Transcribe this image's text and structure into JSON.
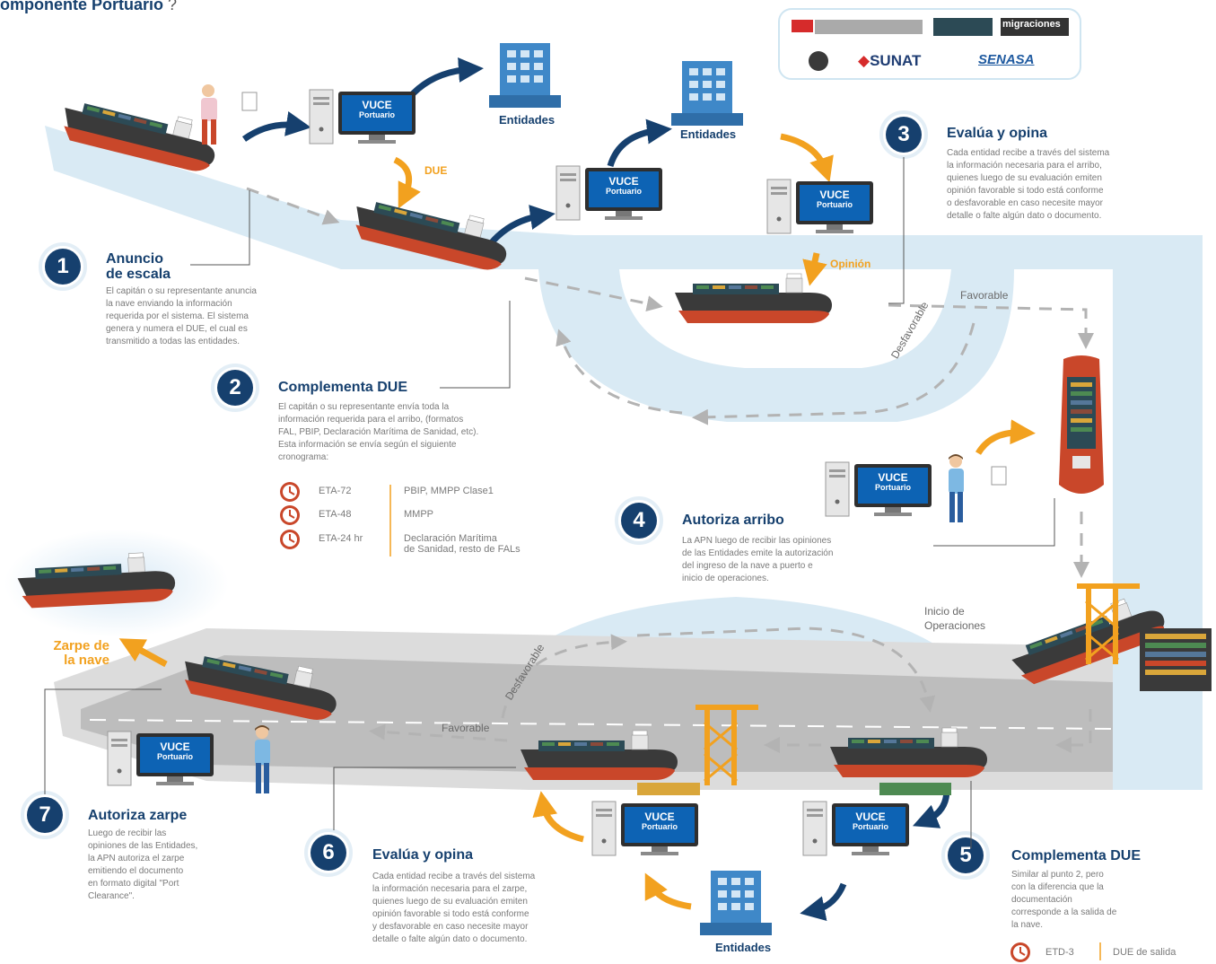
{
  "title": {
    "main": "omponente Portuario",
    "tail": " ?"
  },
  "logos": {
    "sunat": "SUNAT",
    "senasa": "SENASA",
    "migraciones": "migraciones"
  },
  "vuce": {
    "line1": "VUCE",
    "line2": "Portuario"
  },
  "entities_label": "Entidades",
  "flow": {
    "due": "DUE",
    "opinion": "Opinión",
    "favorable": "Favorable",
    "desfavorable": "Desfavorable",
    "inicio_1": "Inicio de",
    "inicio_2": "Operaciones",
    "zarpe_1": "Zarpe de",
    "zarpe_2": "la nave"
  },
  "steps": [
    {
      "num": "1",
      "title_1": "Anuncio",
      "title_2": "de escala",
      "lines": [
        "El capitán o su representante anuncia",
        "la nave enviando la información",
        "requerida por el sistema. El sistema",
        "genera y numera el DUE, el cual es",
        "transmitido a todas las entidades."
      ]
    },
    {
      "num": "2",
      "title_1": "Complementa DUE",
      "lines": [
        "El capitán o su representante envía toda la",
        "información requerida para el arribo, (formatos",
        "FAL, PBIP, Declaración Marítima de Sanidad, etc).",
        "Esta información se envía según el siguiente",
        "cronograma:"
      ]
    },
    {
      "num": "3",
      "title_1": "Evalúa y opina",
      "lines": [
        "Cada entidad recibe a través del sistema",
        "la información necesaria para el arribo,",
        "quienes luego de su evaluación emiten",
        "opinión favorable si todo está conforme",
        "o desfavorable en caso necesite mayor",
        "detalle o falte algún dato o documento."
      ]
    },
    {
      "num": "4",
      "title_1": "Autoriza arribo",
      "lines": [
        "La APN luego de recibir las opiniones",
        "de las Entidades emite la autorización",
        "del ingreso de la nave a puerto e",
        "inicio de operaciones."
      ]
    },
    {
      "num": "5",
      "title_1": "Complementa DUE",
      "lines": [
        "Similar al punto 2, pero",
        "con la diferencia que la",
        "documentación",
        "corresponde a la salida de",
        "la nave."
      ]
    },
    {
      "num": "6",
      "title_1": "Evalúa y opina",
      "lines": [
        "Cada entidad recibe a través del sistema",
        "la información necesaria para el zarpe,",
        "quienes luego de su evaluación emiten",
        "opinión favorable si todo está conforme",
        "y desfavorable en caso necesite mayor",
        "detalle o falte algún dato o documento."
      ]
    },
    {
      "num": "7",
      "title_1": "Autoriza zarpe",
      "lines": [
        "Luego de recibir las",
        "opiniones de las Entidades,",
        "la APN autoriza el zarpe",
        "emitiendo el documento",
        "en formato digital \"Port",
        "Clearance\"."
      ]
    }
  ],
  "schedule": [
    {
      "time": "ETA-72",
      "docs": [
        "PBIP, MMPP Clase1"
      ]
    },
    {
      "time": "ETA-48",
      "docs": [
        "MMPP"
      ]
    },
    {
      "time": "ETA-24 hr",
      "docs": [
        "Declaración Marítima",
        "de Sanidad, resto de FALs"
      ]
    }
  ],
  "departure": {
    "time": "ETD-3",
    "doc": "DUE de salida"
  },
  "colors": {
    "navy": "#16406e",
    "orange": "#f2a11f",
    "path": "#cfe5f1",
    "road": "#b9b9b9",
    "hull": "#c9472a",
    "screen": "#0d63b4"
  }
}
